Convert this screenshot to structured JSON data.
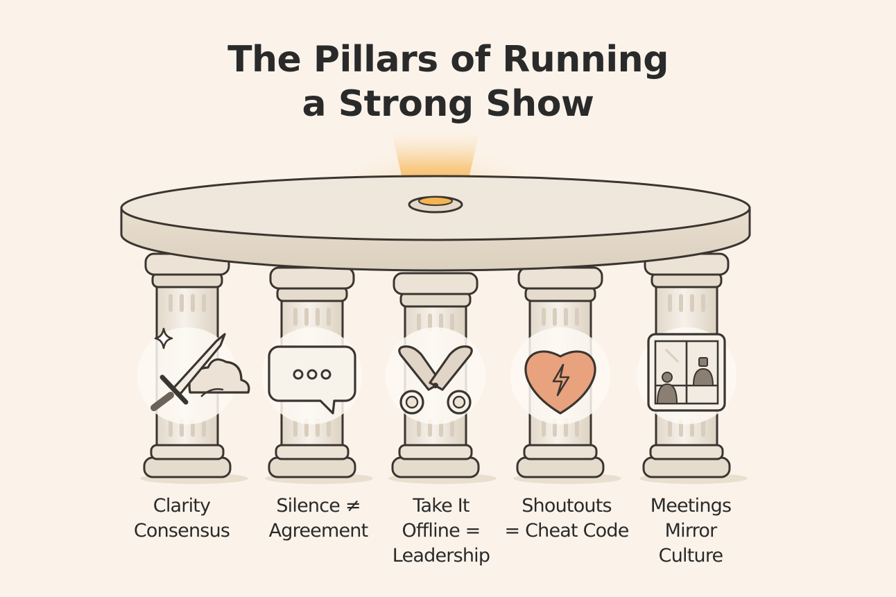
{
  "title": {
    "line1": "The Pillars of Running",
    "line2": "a Strong Show"
  },
  "pillars": [
    {
      "lines": [
        "Clarity",
        "Consensus"
      ],
      "icon": "sword-icon"
    },
    {
      "lines": [
        "Silence ≠",
        "Agreement"
      ],
      "icon": "speech-bubble-icon"
    },
    {
      "lines": [
        "Take It",
        "Offline =",
        "Leadership"
      ],
      "icon": "scissors-icon"
    },
    {
      "lines": [
        "Shoutouts",
        "= Cheat Code"
      ],
      "icon": "heart-lightning-icon"
    },
    {
      "lines": [
        "Meetings",
        "Mirror",
        "Culture"
      ],
      "icon": "meeting-room-icon"
    }
  ],
  "colors": {
    "background": "#fbf3ea",
    "stone": "#ece3d6",
    "stone_shadow": "#d8ccbb",
    "outline": "#3a3530",
    "glow": "#f6b04a",
    "heart": "#e8a27e"
  }
}
